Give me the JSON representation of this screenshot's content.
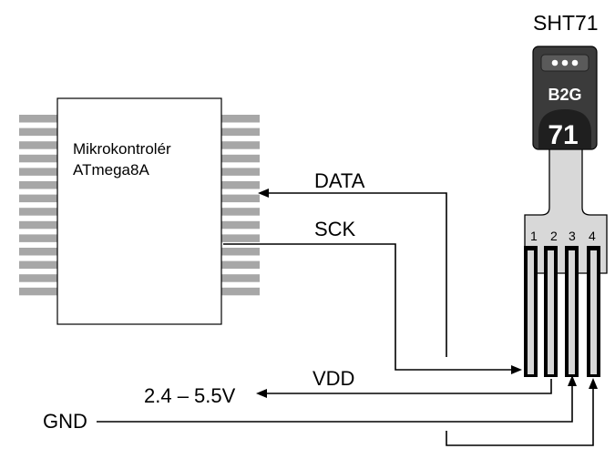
{
  "microcontroller": {
    "line1": "Mikrokontrolér",
    "line2": "ATmega8A",
    "pins_per_side": 14
  },
  "sensor": {
    "title": "SHT71",
    "cap_text": "B2G",
    "badge_text": "71",
    "pin_numbers": [
      "1",
      "2",
      "3",
      "4"
    ]
  },
  "signals": {
    "data": "DATA",
    "sck": "SCK",
    "vdd": "VDD",
    "voltage": "2.4 – 5.5V",
    "gnd": "GND"
  }
}
